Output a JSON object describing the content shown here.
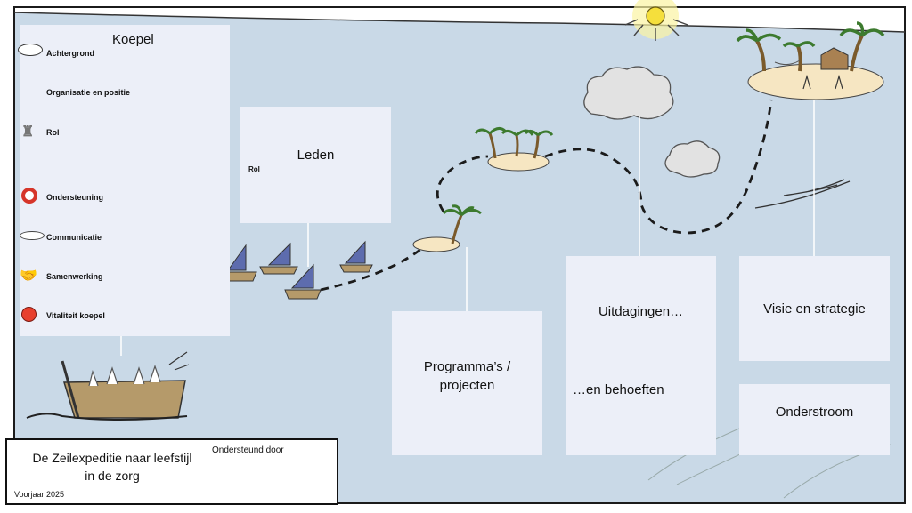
{
  "koepel": {
    "title": "Koepel",
    "items": [
      {
        "label": "Achtergrond",
        "icon": "people-on-raft-icon"
      },
      {
        "label": "Organisatie en positie",
        "icon": ""
      },
      {
        "label": "Rol",
        "icon": "skittles-icon"
      },
      {
        "label": "Ondersteuning",
        "icon": "lifebuoy-icon"
      },
      {
        "label": "Communicatie",
        "icon": "meeting-table-icon"
      },
      {
        "label": "Samenwerking",
        "icon": "handshake-icon"
      },
      {
        "label": "Vitaliteit koepel",
        "icon": "apple-icon"
      }
    ]
  },
  "leden": {
    "title": "Leden",
    "rol_label": "Rol"
  },
  "programmas": {
    "title": "Programma’s / projecten"
  },
  "uitdagingen": {
    "title": "Uitdagingen…",
    "subtitle": "…en behoeften"
  },
  "visie": {
    "title": "Visie en strategie"
  },
  "onderstroom": {
    "title": "Onderstroom"
  },
  "footer": {
    "title": "De Zeilexpeditie naar leefstijl in de zorg",
    "supported_by": "Ondersteund door",
    "date": "Voorjaar 2025"
  },
  "colors": {
    "sea": "#c9d9e7",
    "sky": "#ffffff",
    "panel": "#eceff8",
    "sail": "#5d6cae",
    "sand": "#f6e6c2",
    "sun": "#f5df3c"
  }
}
